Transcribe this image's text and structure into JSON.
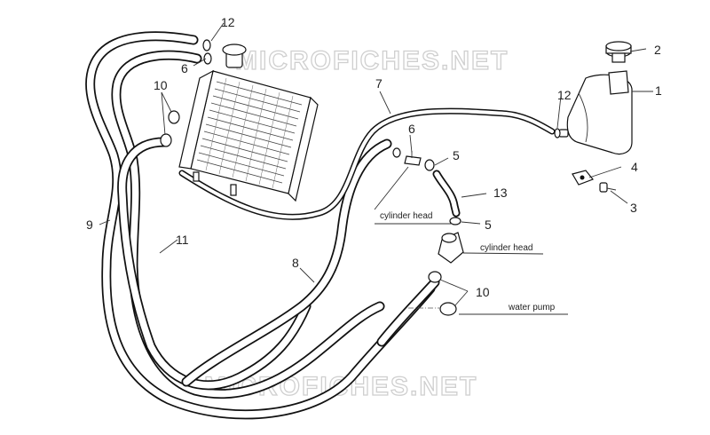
{
  "watermark": "MICROFICHES.NET",
  "callouts": {
    "c1": "1",
    "c2": "2",
    "c3": "3",
    "c4": "4",
    "c5a": "5",
    "c5b": "5",
    "c6a": "6",
    "c6b": "6",
    "c7": "7",
    "c8": "8",
    "c9": "9",
    "c10a": "10",
    "c10b": "10",
    "c11": "11",
    "c12a": "12",
    "c12b": "12",
    "c13": "13"
  },
  "labels": {
    "cylinder_head_1": "cylinder head",
    "cylinder_head_2": "cylinder head",
    "water_pump": "water pump"
  }
}
